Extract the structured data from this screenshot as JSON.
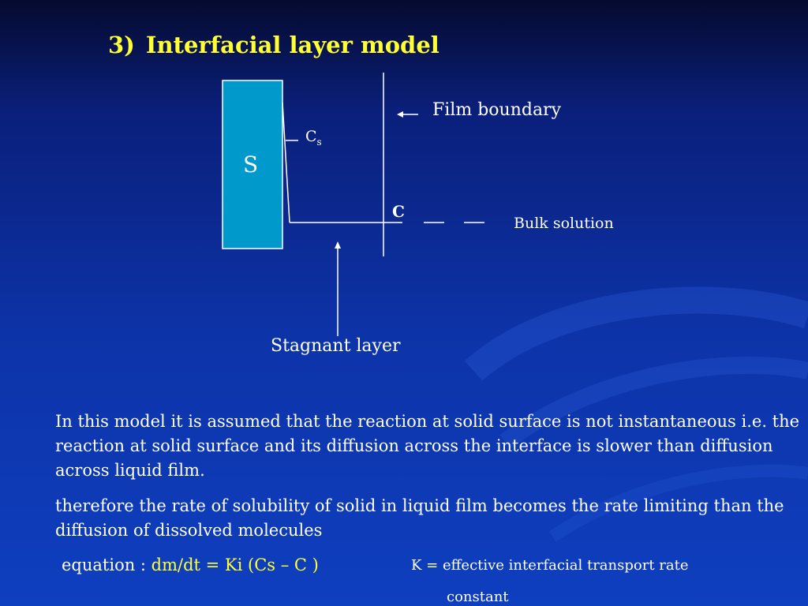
{
  "slide": {
    "title_number": "3)",
    "title_text": "Interfacial layer model"
  },
  "diagram": {
    "solid_label": "S",
    "cs_main": "C",
    "cs_sub": "s",
    "film_boundary_label": "Film boundary",
    "c_label": "C",
    "bulk_solution_label": "Bulk solution",
    "stagnant_layer_label": "Stagnant layer",
    "colors": {
      "solid_fill": "#0099cc",
      "line": "#ffffff",
      "title": "#ffff33",
      "equation": "#ffff33"
    }
  },
  "text": {
    "paragraph1": " In this model it is assumed that the reaction at solid surface is not instantaneous i.e. the reaction at solid surface and its diffusion across the interface is slower than diffusion across liquid film.",
    "paragraph2": " therefore the rate of solubility of solid in liquid film becomes the rate limiting than the diffusion of dissolved molecules",
    "equation_prefix": "equation  : ",
    "equation": "dm/dt = Ki (Cs – C )",
    "k_definition_line1": "K = effective interfacial transport rate",
    "k_definition_line2": "constant"
  }
}
